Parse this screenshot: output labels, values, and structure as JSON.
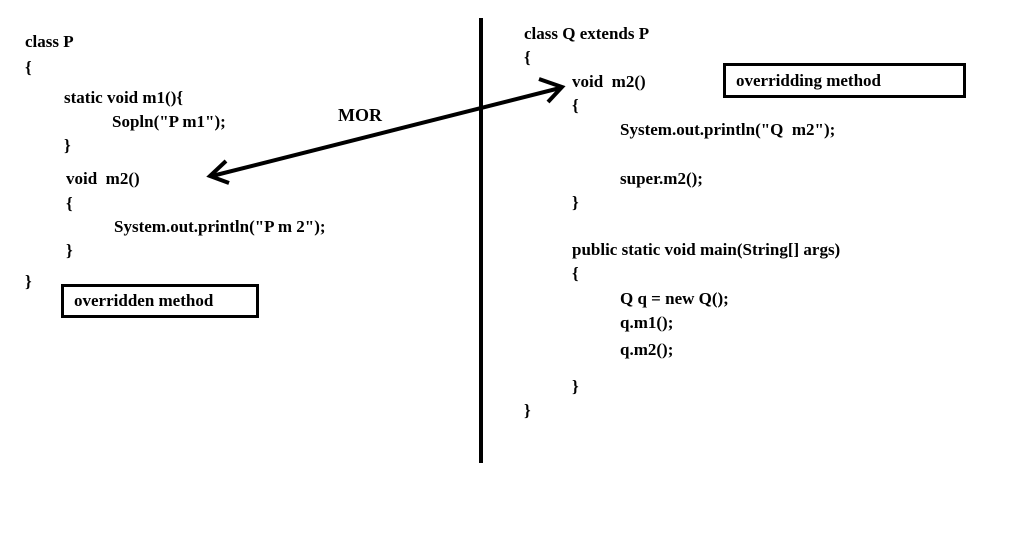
{
  "left": {
    "lines": [
      "class P",
      "{",
      "static void m1(){",
      "Sopln(\"P m1\");",
      "}",
      "void  m2()",
      "{",
      "System.out.println(\"P m 2\");",
      "}",
      "}"
    ],
    "label": "overridden method"
  },
  "right": {
    "lines": [
      "class Q extends P",
      "{",
      "void  m2()",
      "{",
      "System.out.println(\"Q  m2\");",
      "super.m2();",
      "}",
      "public static void main(String[] args)",
      "{",
      "Q q = new Q();",
      "q.m1();",
      "q.m2();",
      "}",
      "}"
    ],
    "label": "overridding method"
  },
  "arrow_label": "MOR"
}
